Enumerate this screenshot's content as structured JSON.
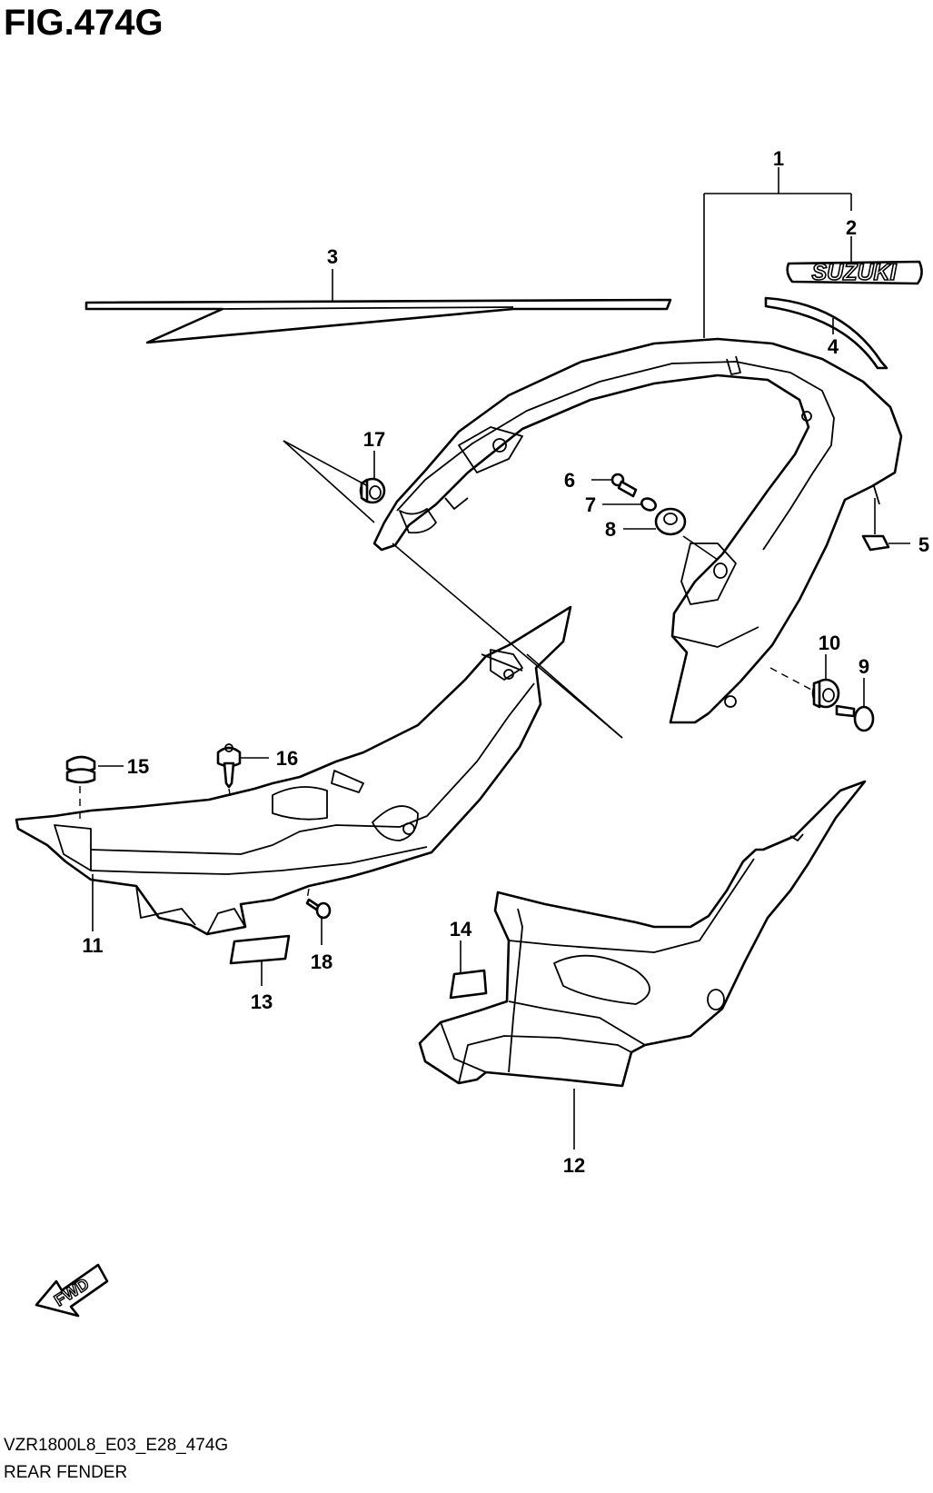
{
  "figure": {
    "title": "FIG.474G",
    "code": "VZR1800L8_E03_E28_474G",
    "name": "REAR FENDER"
  },
  "emblem_text": "SUZUKI",
  "fwd_text": "FWD",
  "callouts": [
    {
      "id": "1",
      "label": "1"
    },
    {
      "id": "2",
      "label": "2"
    },
    {
      "id": "3",
      "label": "3"
    },
    {
      "id": "4",
      "label": "4"
    },
    {
      "id": "5",
      "label": "5"
    },
    {
      "id": "6",
      "label": "6"
    },
    {
      "id": "7",
      "label": "7"
    },
    {
      "id": "8",
      "label": "8"
    },
    {
      "id": "9",
      "label": "9"
    },
    {
      "id": "10",
      "label": "10"
    },
    {
      "id": "11",
      "label": "11"
    },
    {
      "id": "12",
      "label": "12"
    },
    {
      "id": "13",
      "label": "13"
    },
    {
      "id": "14",
      "label": "14"
    },
    {
      "id": "15",
      "label": "15"
    },
    {
      "id": "16",
      "label": "16"
    },
    {
      "id": "17",
      "label": "17"
    },
    {
      "id": "18",
      "label": "18"
    }
  ]
}
